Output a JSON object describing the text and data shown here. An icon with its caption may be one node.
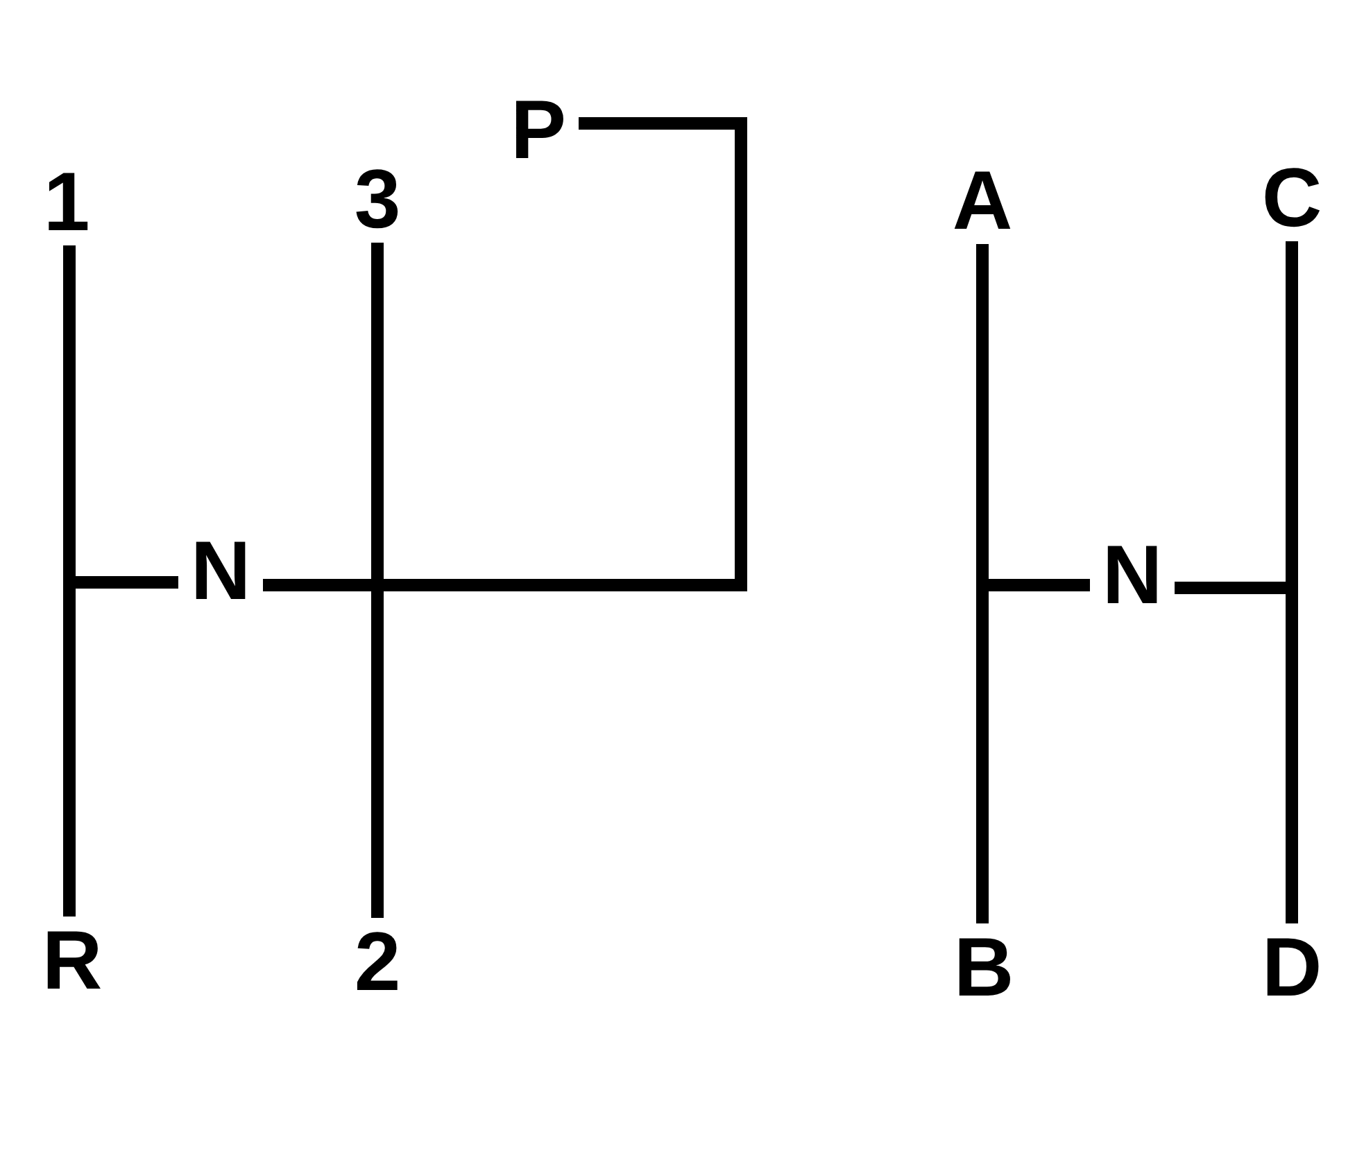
{
  "diagram": {
    "nodes": [
      {
        "text": [
          "P"
        ]
      },
      {
        "text": [
          "1"
        ]
      },
      {
        "text": [
          "3"
        ]
      },
      {
        "text": [
          "A"
        ]
      },
      {
        "text": [
          "C"
        ]
      },
      {
        "text": [
          "N"
        ]
      },
      {
        "text": [
          "N"
        ]
      },
      {
        "text": [
          "R"
        ]
      },
      {
        "text": [
          "2"
        ]
      },
      {
        "text": [
          "B"
        ]
      },
      {
        "text": [
          "D"
        ]
      }
    ],
    "edges": [
      {
        "from": 1,
        "to": 7,
        "arrow": "none"
      },
      {
        "from": 5,
        "to": 1,
        "arrow": "none"
      },
      {
        "from": 5,
        "to": 7,
        "arrow": "none"
      },
      {
        "from": 2,
        "to": 8,
        "arrow": "none"
      },
      {
        "from": 5,
        "to": 2,
        "arrow": "none"
      },
      {
        "from": 5,
        "to": 8,
        "arrow": "none"
      },
      {
        "from": 5,
        "to": 0,
        "arrow": "none"
      },
      {
        "from": 3,
        "to": 9,
        "arrow": "none"
      },
      {
        "from": 4,
        "to": 10,
        "arrow": "none"
      },
      {
        "from": 6,
        "to": 3,
        "arrow": "none"
      },
      {
        "from": 6,
        "to": 9,
        "arrow": "none"
      },
      {
        "from": 6,
        "to": 4,
        "arrow": "none"
      },
      {
        "from": 6,
        "to": 10,
        "arrow": "none"
      }
    ]
  }
}
